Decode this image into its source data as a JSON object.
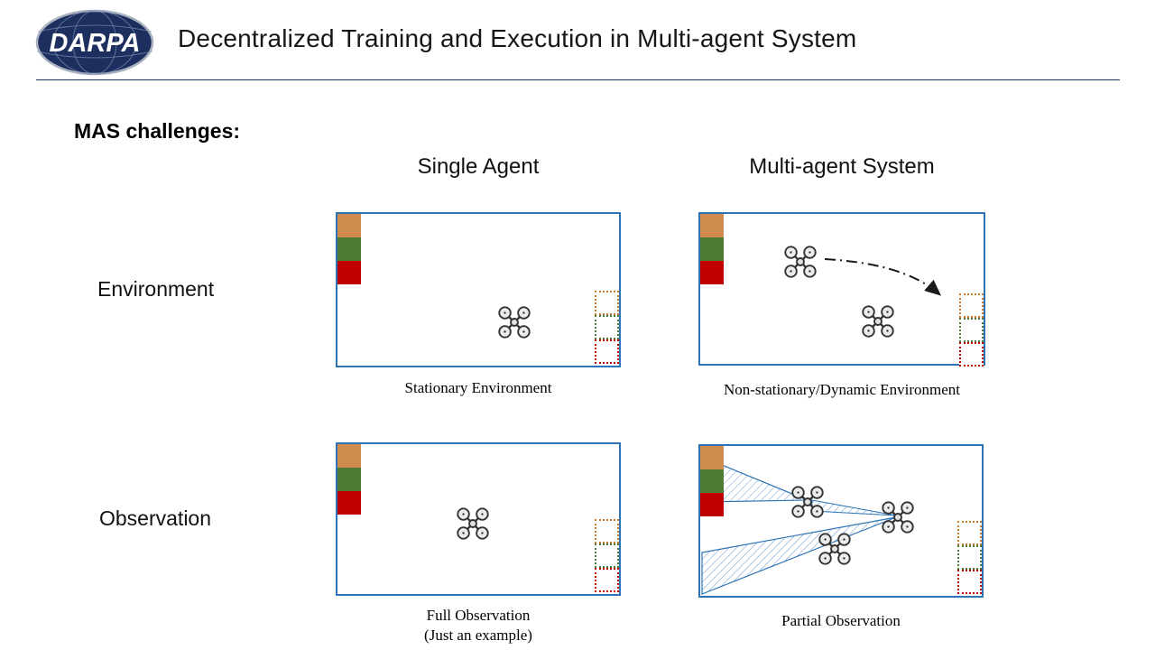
{
  "header": {
    "logo_text": "DARPA",
    "title": "Decentralized Training and Execution in Multi-agent System"
  },
  "content": {
    "section_label": "MAS challenges:",
    "column_headers": [
      "Single Agent",
      "Multi-agent System"
    ],
    "row_labels": [
      "Environment",
      "Observation"
    ],
    "panels": [
      {
        "name": "environment-single-agent",
        "caption": "Stationary Environment",
        "drone_count": 1
      },
      {
        "name": "environment-multi-agent",
        "caption": "Non-stationary/Dynamic Environment",
        "drone_count": 2
      },
      {
        "name": "observation-single-agent",
        "caption": "Full Observation",
        "subcaption": "(Just an example)",
        "drone_count": 1
      },
      {
        "name": "observation-multi-agent",
        "caption": "Partial Observation",
        "drone_count": 3
      }
    ],
    "block_colors_order": [
      "orange",
      "green",
      "red"
    ]
  },
  "colors": {
    "panel_border": "#2e74b5",
    "block_orange": "#d08c4e",
    "block_green": "#4e7b33",
    "block_red": "#c00000",
    "logo_navy": "#1d2f5e",
    "fov_blue": "#6b9bd2",
    "arrow_black": "#1a1a1a"
  }
}
